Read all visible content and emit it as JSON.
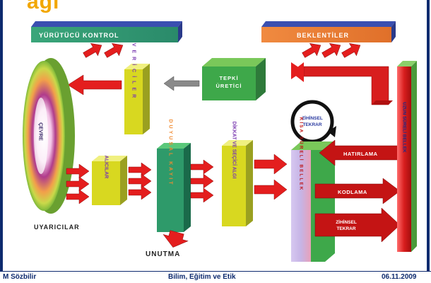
{
  "title_partial": "ağı",
  "diagram": {
    "executive_control": "YÜRÜTÜCÜ KONTROL",
    "expectations": "BEKLENTİLER",
    "response_generator": [
      "TEPKİ",
      "ÜRETİCİ"
    ],
    "effectors": "VERİCİLER",
    "environment": "ÇEVRE",
    "receptors": "ALICILAR",
    "stimuli": "UYARICILAR",
    "sensory_register": "DUYUSAL KAYIT",
    "attention": "DİKKAT VE SEÇİCİ ALGI",
    "short_term_memory": "KISA SÜRELİ BELLEK",
    "rehearsal_loop": [
      "ZİHİNSEL",
      "TEKRAR"
    ],
    "retrieval": "HATIRLAMA",
    "encoding": "KODLAMA",
    "rehearsal": [
      "ZİHİNSEL",
      "TEKRAR"
    ],
    "long_term_memory": "UZUN SÜRELİ BELLEK",
    "forgetting": "UNUTMA"
  },
  "footer": {
    "author": "M Sözbilir",
    "course": "Bilim, Eğitim ve Etik",
    "date": "06.11.2009"
  }
}
